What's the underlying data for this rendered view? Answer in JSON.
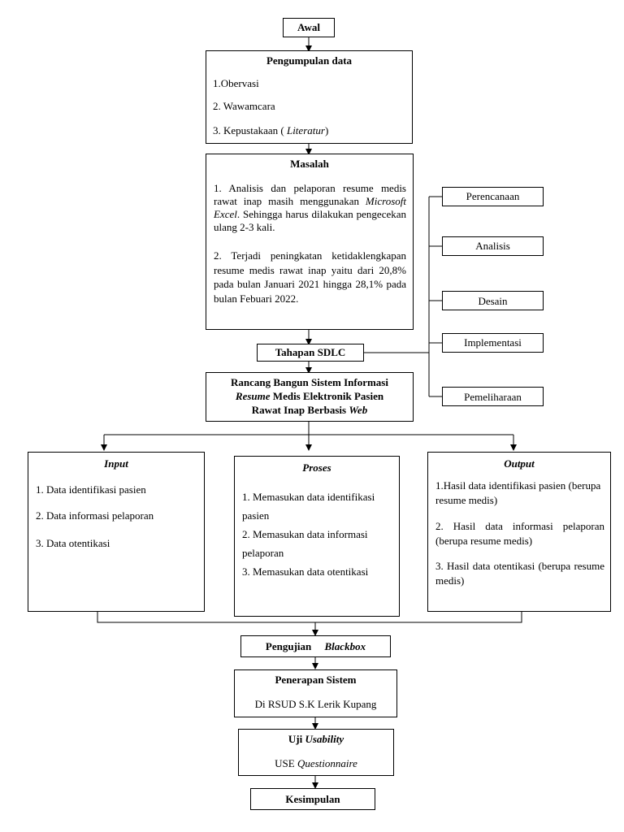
{
  "awal": "Awal",
  "pengumpulan": {
    "title": "Pengumpulan data",
    "items": [
      "1.Obervasi",
      "2. Wawamcara",
      "3. Kepustakaan ( ",
      "Literatur",
      ")"
    ]
  },
  "masalah": {
    "title": "Masalah",
    "p1a": "1. Analisis dan pelaporan resume medis rawat inap masih menggunakan ",
    "p1b": "Microsoft Excel",
    "p1c": ". Sehingga harus dilakukan pengecekan ulang 2-3 kali.",
    "p2": "2. Terjadi peningkatan ketidaklengkapan resume medis rawat inap yaitu dari 20,8% pada bulan Januari 2021 hingga 28,1% pada bulan Febuari 2022."
  },
  "sdlc": {
    "label": "Tahapan SDLC",
    "stages": [
      "Perencanaan",
      "Analisis",
      "Desain",
      "Implementasi",
      "Pemeliharaan"
    ]
  },
  "rancang": {
    "l1": "Rancang Bangun Sistem Informasi",
    "l2a": "Resume",
    "l2b": " Medis Elektronik Pasien",
    "l3a": "Rawat Inap Berbasis ",
    "l3b": "Web"
  },
  "input": {
    "title": "Input",
    "items": [
      "1.  Data identifikasi pasien",
      "2.  Data informasi pelaporan",
      "3.  Data otentikasi"
    ]
  },
  "proses": {
    "title": "Proses",
    "items": [
      "1. Memasukan data identifikasi pasien",
      "2. Memasukan data informasi pelaporan",
      "3. Memasukan data otentikasi"
    ]
  },
  "output": {
    "title": "Output",
    "items": [
      "1.Hasil data identifikasi pasien (berupa resume medis)",
      "2. Hasil data informasi pelaporan (berupa resume medis)",
      "3.  Hasil data otentikasi (berupa resume medis)"
    ]
  },
  "pengujian": {
    "a": "Pengujian",
    "b": "Blackbox"
  },
  "penerapan": {
    "title": "Penerapan Sistem",
    "sub": "Di RSUD S.K Lerik Kupang"
  },
  "uji": {
    "a": "Uji ",
    "b": "Usability",
    "sub_a": "USE ",
    "sub_b": "Questionnaire"
  },
  "kesimpulan": "Kesimpulan"
}
